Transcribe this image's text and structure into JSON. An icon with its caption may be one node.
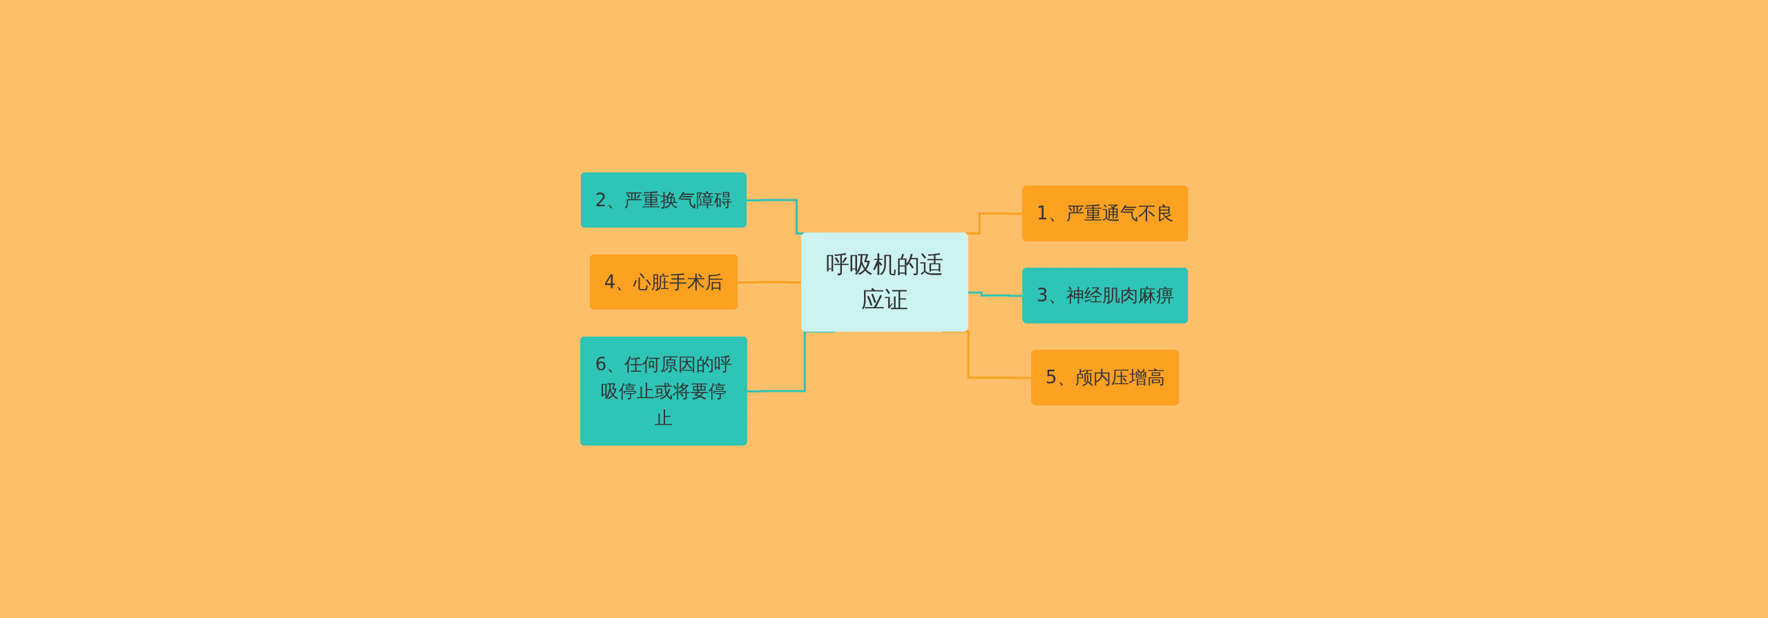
{
  "diagram": {
    "nodes": [
      {
        "text": [
          "呼吸机的适应证"
        ]
      },
      {
        "text": [
          "1、严重通气不良"
        ]
      },
      {
        "text": [
          "2、严重换气障碍"
        ]
      },
      {
        "text": [
          "3、神经肌肉麻痹"
        ]
      },
      {
        "text": [
          "4、心脏手术后"
        ]
      },
      {
        "text": [
          "5、颅内压增高"
        ]
      },
      {
        "text": [
          "6、任何原因的呼吸停止或将要停止"
        ]
      }
    ],
    "edges": [
      {
        "from": 2,
        "to": 0,
        "arrow": "none",
        "color": "#2ec4b6"
      },
      {
        "from": 4,
        "to": 0,
        "arrow": "none",
        "color": "#fca120"
      },
      {
        "from": 6,
        "to": 0,
        "arrow": "none",
        "color": "#2ec4b6"
      },
      {
        "from": 0,
        "to": 1,
        "arrow": "none",
        "color": "#fca120"
      },
      {
        "from": 0,
        "to": 3,
        "arrow": "none",
        "color": "#2ec4b6"
      },
      {
        "from": 0,
        "to": 5,
        "arrow": "none",
        "color": "#fca120"
      }
    ]
  }
}
